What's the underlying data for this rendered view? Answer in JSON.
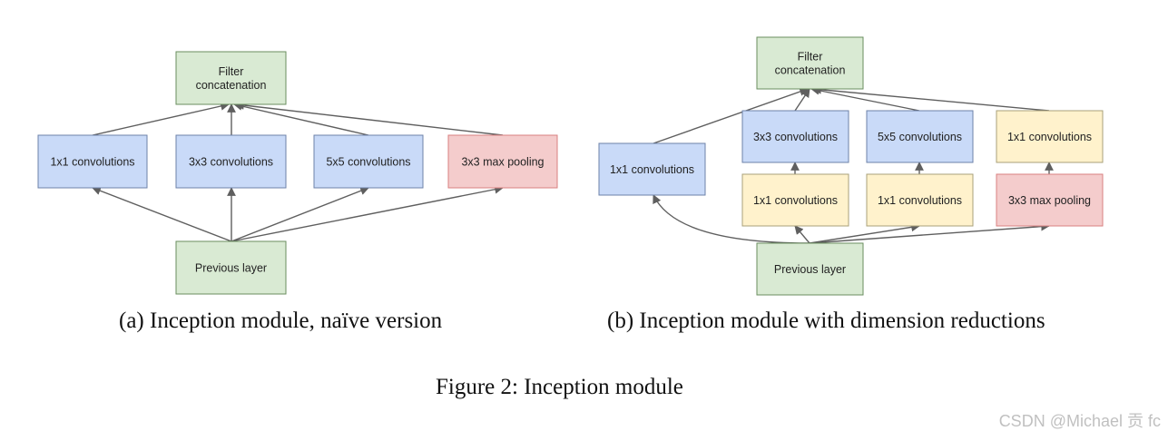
{
  "colors": {
    "concat_fill": "#d9ead3",
    "concat_stroke": "#6a8e5f",
    "conv_fill": "#c9daf8",
    "conv_stroke": "#6d82a8",
    "pool_fill": "#f4cccc",
    "pool_stroke": "#d98080",
    "reduce_fill": "#fff2cc",
    "reduce_stroke": "#a8a07a",
    "edge": "#5f5f5f"
  },
  "diagram_a": {
    "caption": "(a)  Inception module, naïve version",
    "nodes": [
      {
        "id": "concat",
        "lines": [
          "Filter",
          "concatenation"
        ],
        "kind": "concat"
      },
      {
        "id": "c1",
        "lines": [
          "1x1 convolutions"
        ],
        "kind": "conv"
      },
      {
        "id": "c3",
        "lines": [
          "3x3 convolutions"
        ],
        "kind": "conv"
      },
      {
        "id": "c5",
        "lines": [
          "5x5 convolutions"
        ],
        "kind": "conv"
      },
      {
        "id": "pool",
        "lines": [
          "3x3 max pooling"
        ],
        "kind": "pool"
      },
      {
        "id": "prev",
        "lines": [
          "Previous layer"
        ],
        "kind": "concat"
      }
    ],
    "edges": [
      {
        "from": "prev",
        "to": "c1"
      },
      {
        "from": "prev",
        "to": "c3"
      },
      {
        "from": "prev",
        "to": "c5"
      },
      {
        "from": "prev",
        "to": "pool"
      },
      {
        "from": "c1",
        "to": "concat"
      },
      {
        "from": "c3",
        "to": "concat"
      },
      {
        "from": "c5",
        "to": "concat"
      },
      {
        "from": "pool",
        "to": "concat"
      }
    ]
  },
  "diagram_b": {
    "caption": "(b)  Inception module with dimension reductions",
    "nodes": [
      {
        "id": "concat",
        "lines": [
          "Filter",
          "concatenation"
        ],
        "kind": "concat"
      },
      {
        "id": "c1",
        "lines": [
          "1x1 convolutions"
        ],
        "kind": "conv"
      },
      {
        "id": "c3",
        "lines": [
          "3x3 convolutions"
        ],
        "kind": "conv"
      },
      {
        "id": "c5",
        "lines": [
          "5x5 convolutions"
        ],
        "kind": "conv"
      },
      {
        "id": "r_pool",
        "lines": [
          "1x1 convolutions"
        ],
        "kind": "reduce"
      },
      {
        "id": "r3",
        "lines": [
          "1x1 convolutions"
        ],
        "kind": "reduce"
      },
      {
        "id": "r5",
        "lines": [
          "1x1 convolutions"
        ],
        "kind": "reduce"
      },
      {
        "id": "pool",
        "lines": [
          "3x3 max pooling"
        ],
        "kind": "pool"
      },
      {
        "id": "prev",
        "lines": [
          "Previous layer"
        ],
        "kind": "concat"
      }
    ],
    "edges": [
      {
        "from": "prev",
        "to": "c1"
      },
      {
        "from": "prev",
        "to": "r3"
      },
      {
        "from": "prev",
        "to": "r5"
      },
      {
        "from": "prev",
        "to": "pool"
      },
      {
        "from": "r3",
        "to": "c3"
      },
      {
        "from": "r5",
        "to": "c5"
      },
      {
        "from": "pool",
        "to": "r_pool"
      },
      {
        "from": "c1",
        "to": "concat"
      },
      {
        "from": "c3",
        "to": "concat"
      },
      {
        "from": "c5",
        "to": "concat"
      },
      {
        "from": "r_pool",
        "to": "concat"
      }
    ]
  },
  "figure_caption": "Figure 2: Inception module",
  "watermark": "CSDN @Michael 贡 fc"
}
